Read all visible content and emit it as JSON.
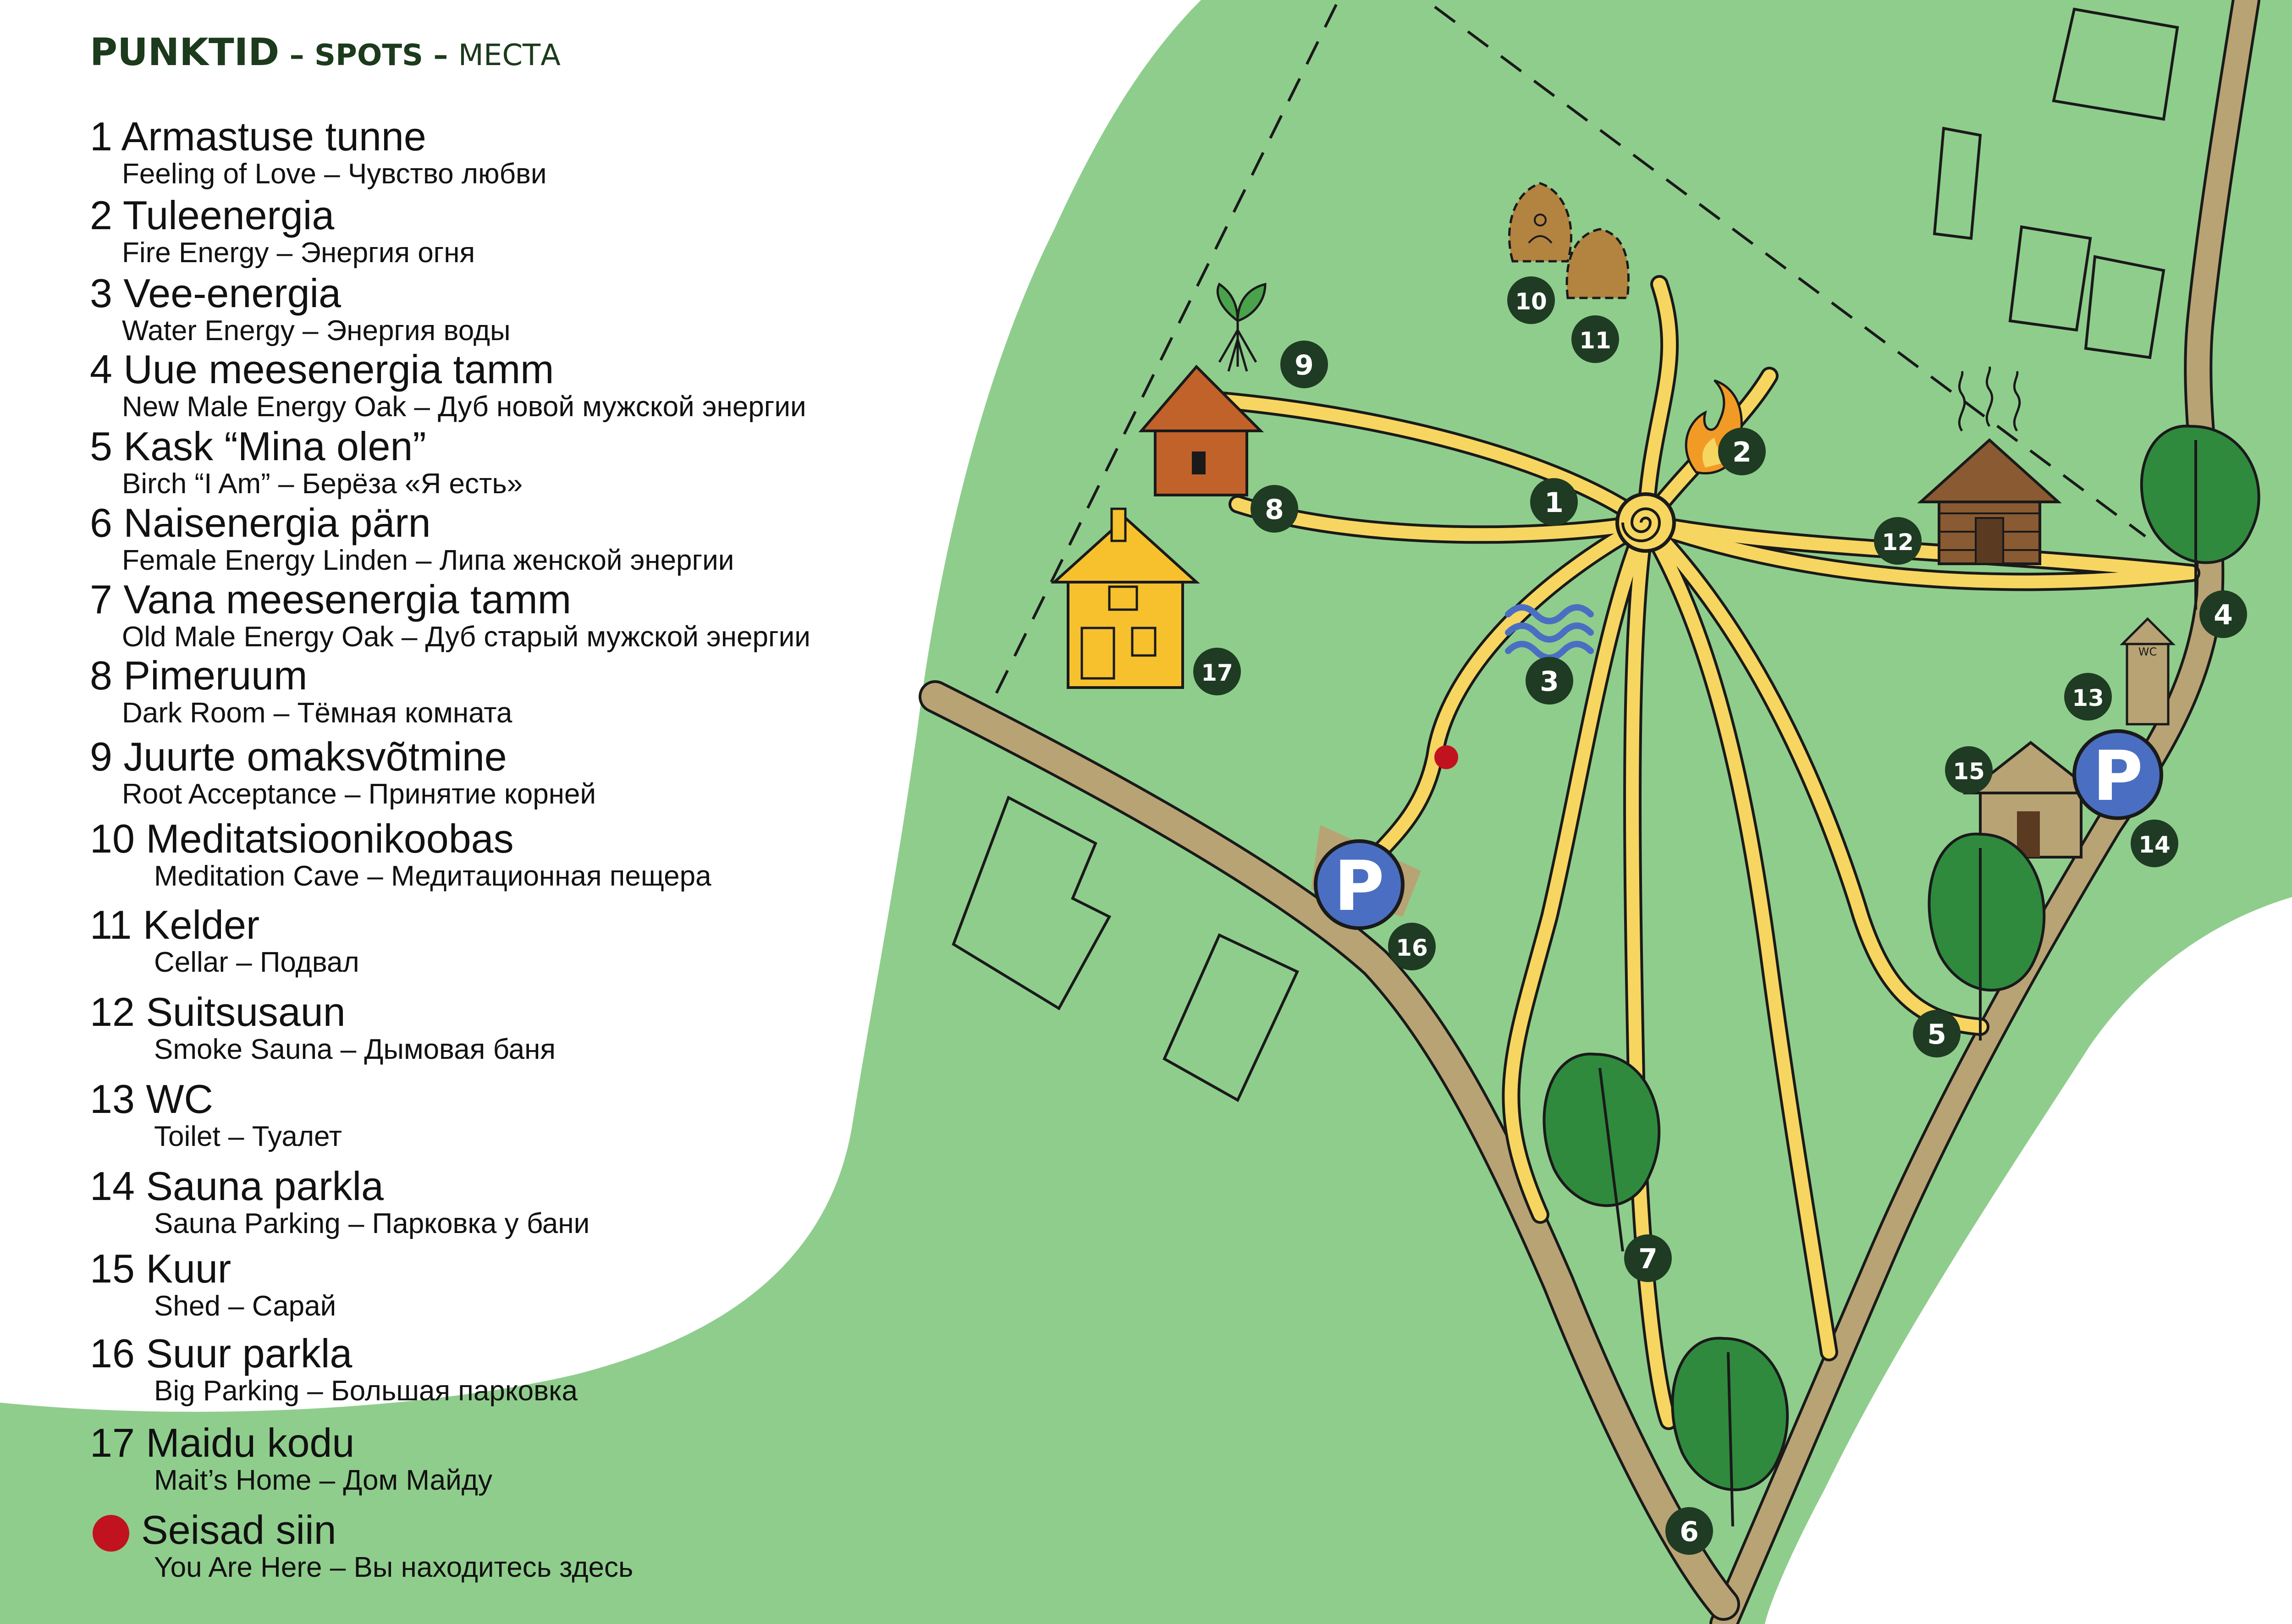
{
  "title": {
    "main": "PUNKTID",
    "dash1": " – ",
    "en": "SPOTS",
    "dash2": " – ",
    "ru": "МЕСТА"
  },
  "colors": {
    "grass": "#8fcd8c",
    "path": "#f6d660",
    "road": "#b8a374",
    "dark": "#1f3b23",
    "tree": "#2f8a3e",
    "marker": "#c1121f",
    "parking": "#4a6fc2"
  },
  "items": [
    {
      "num": "1",
      "name": "Armastuse tunne",
      "sub": "Feeling of Love – Чувство любви"
    },
    {
      "num": "2",
      "name": "Tuleenergia",
      "sub": "Fire Energy – Энергия огня"
    },
    {
      "num": "3",
      "name": "Vee-energia",
      "sub": "Water Energy – Энергия воды"
    },
    {
      "num": "4",
      "name": "Uue meesenergia tamm",
      "sub": "New Male Energy Oak – Дуб новой мужской энергии"
    },
    {
      "num": "5",
      "name": "Kask “Mina olen”",
      "sub": "Birch “I Am” – Берёза «Я есть»"
    },
    {
      "num": "6",
      "name": "Naisenergia pärn",
      "sub": "Female Energy Linden – Липа женской энергии"
    },
    {
      "num": "7",
      "name": "Vana meesenergia tamm",
      "sub": "Old Male Energy Oak – Дуб старый мужской энергии"
    },
    {
      "num": "8",
      "name": "Pimeruum",
      "sub": "Dark Room – Тёмная комната"
    },
    {
      "num": "9",
      "name": "Juurte omaksvõtmine",
      "sub": "Root Acceptance – Принятие корней"
    },
    {
      "num": "10",
      "name": "Meditatsioonikoobas",
      "sub": "Meditation Cave – Медитационная пещера"
    },
    {
      "num": "11",
      "name": "Kelder",
      "sub": "Cellar – Подвал"
    },
    {
      "num": "12",
      "name": "Suitsusaun",
      "sub": "Smoke Sauna – Дымовая баня"
    },
    {
      "num": "13",
      "name": "WC",
      "sub": "Toilet – Туалет"
    },
    {
      "num": "14",
      "name": "Sauna parkla",
      "sub": "Sauna Parking – Парковка у бани"
    },
    {
      "num": "15",
      "name": "Kuur",
      "sub": "Shed – Сарай"
    },
    {
      "num": "16",
      "name": "Suur parkla",
      "sub": "Big Parking – Большая парковка"
    },
    {
      "num": "17",
      "name": "Maidu kodu",
      "sub": "Mait’s Home – Дом Майду"
    }
  ],
  "here": {
    "name": "Seisad siin",
    "sub": "You Are Here – Вы находитесь здесь"
  },
  "map_labels": {
    "parking": "P",
    "wc": "WC"
  },
  "markers": [
    "1",
    "2",
    "3",
    "4",
    "5",
    "6",
    "7",
    "8",
    "9",
    "10",
    "11",
    "12",
    "13",
    "14",
    "15",
    "16",
    "17"
  ],
  "icons": [
    "spiral-center-icon",
    "flame-icon",
    "water-waves-icon",
    "oak-tree-icon",
    "birch-tree-icon",
    "linden-tree-icon",
    "dark-room-hut-icon",
    "root-plant-icon",
    "meditation-cave-icon",
    "cellar-icon",
    "smoke-sauna-icon",
    "wc-hut-icon",
    "parking-icon",
    "shed-icon",
    "yellow-house-icon",
    "you-are-here-icon"
  ]
}
